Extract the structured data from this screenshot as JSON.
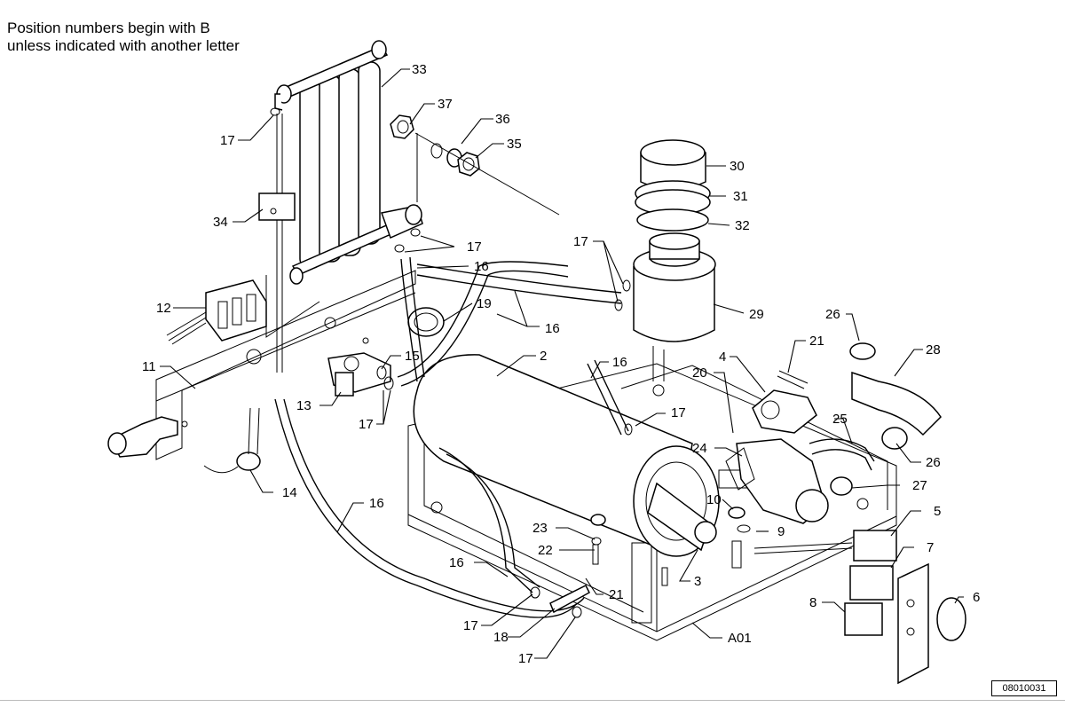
{
  "note": {
    "line1": "Position numbers begin with B",
    "line2": "unless indicated with another letter"
  },
  "drawing_number": "08010031",
  "callouts": [
    {
      "id": "c33",
      "text": "33"
    },
    {
      "id": "c37",
      "text": "37"
    },
    {
      "id": "c36",
      "text": "36"
    },
    {
      "id": "c35",
      "text": "35"
    },
    {
      "id": "c17a",
      "text": "17"
    },
    {
      "id": "c34",
      "text": "34"
    },
    {
      "id": "c30",
      "text": "30"
    },
    {
      "id": "c31",
      "text": "31"
    },
    {
      "id": "c32",
      "text": "32"
    },
    {
      "id": "c17b",
      "text": "17"
    },
    {
      "id": "c16a",
      "text": "16"
    },
    {
      "id": "c17c",
      "text": "17"
    },
    {
      "id": "c12",
      "text": "12"
    },
    {
      "id": "c19",
      "text": "19"
    },
    {
      "id": "c16b",
      "text": "16"
    },
    {
      "id": "c29",
      "text": "29"
    },
    {
      "id": "c26a",
      "text": "26"
    },
    {
      "id": "c28",
      "text": "28"
    },
    {
      "id": "c21a",
      "text": "21"
    },
    {
      "id": "c11",
      "text": "11"
    },
    {
      "id": "c15",
      "text": "15"
    },
    {
      "id": "c2",
      "text": "2"
    },
    {
      "id": "c16c",
      "text": "16"
    },
    {
      "id": "c20",
      "text": "20"
    },
    {
      "id": "c4",
      "text": "4"
    },
    {
      "id": "c13",
      "text": "13"
    },
    {
      "id": "c17d",
      "text": "17"
    },
    {
      "id": "c17e",
      "text": "17"
    },
    {
      "id": "c25",
      "text": "25"
    },
    {
      "id": "c24",
      "text": "24"
    },
    {
      "id": "c26b",
      "text": "26"
    },
    {
      "id": "c14",
      "text": "14"
    },
    {
      "id": "c27",
      "text": "27"
    },
    {
      "id": "c16d",
      "text": "16"
    },
    {
      "id": "c10",
      "text": "10"
    },
    {
      "id": "c5",
      "text": "5"
    },
    {
      "id": "c23",
      "text": "23"
    },
    {
      "id": "c9",
      "text": "9"
    },
    {
      "id": "c22",
      "text": "22"
    },
    {
      "id": "c7",
      "text": "7"
    },
    {
      "id": "c16e",
      "text": "16"
    },
    {
      "id": "c3",
      "text": "3"
    },
    {
      "id": "c21b",
      "text": "21"
    },
    {
      "id": "c6",
      "text": "6"
    },
    {
      "id": "c8",
      "text": "8"
    },
    {
      "id": "c17f",
      "text": "17"
    },
    {
      "id": "cA01",
      "text": "A01"
    },
    {
      "id": "c18",
      "text": "18"
    },
    {
      "id": "c17g",
      "text": "17"
    }
  ]
}
